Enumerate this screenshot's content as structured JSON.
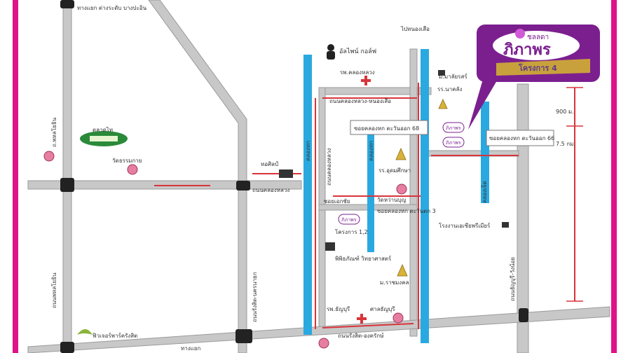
{
  "map": {
    "colors": {
      "frame": "#e0128a",
      "road": "#bcbcbc",
      "road_edge": "#9a9a9a",
      "canal": "#29a9e0",
      "route": "#d8343a",
      "junction": "#222222",
      "badge_purple": "#7b1f8f",
      "badge_gold": "#c9a13c"
    },
    "labels": {
      "top_left_junction": "ทางแยก ต่างระดับ บางปะอิน",
      "to_nong_suea": "ไปหนองเสือ",
      "alpine_golf": "อัลไพน์ กอล์ฟ",
      "khlong_luang_hospital": "รพ.คลองหลวง",
      "khlong_luang_nong_suea_rd": "ถนนคลองหลวง-หนองเสือ",
      "mai_ban": "ม.มาลัยรสร์",
      "school_top": "รร.นาคลัง",
      "soi_68": "ซอยคลองหก ตะวันออก 68",
      "soi_66": "ซอยคลองหก ตะวันออก 66",
      "distance_900": "900 ม.",
      "distance_75": "7.5 กม.",
      "market": "ตลาดไท",
      "phahon_rd": "ถ.พหลโยธิน",
      "wat_left": "วัดธรรมกาย",
      "art_gallery": "หอศิลป์",
      "khlong_luang_rd": "ถนนคลองหลวง",
      "school_mid": "รร.อุดมศึกษา",
      "wat_mid": "วัดหว่านบุญ",
      "soi_ekachai": "ซอยเอกชัย",
      "soi_3": "ซอยคลองหก ตะวันตก 3",
      "project_12": "โครงการ 1,2",
      "factory": "โรงงานเอเซียพรีเมียร์",
      "museum": "พิพิธภัณฑ์ วิทยาศาสตร์",
      "university": "ม.ราชมงคล",
      "thanyaburi_hospital": "รพ.ธัญบุรี",
      "thanyaburi_court": "ศาลธัญบุรี",
      "rangsit_rd": "ถนนรังสิต-องครักษ์",
      "future_park": "ฟิวเจอร์พาร์ครังสิต",
      "bottom_junction": "ทางแยก",
      "lam_luk_ka_rd": "ถนนพหลโยธิน",
      "vibhavadi": "ถนนรังสิต-นครนายก",
      "thanyaburi_rd": "ถนนธัญบุรี-วังน้อย",
      "canal_label_1": "คลองหก",
      "canal_label_2": "คลองหก",
      "canal_label_3": "คลองเจ็ด"
    },
    "badge": {
      "brand_top": "ชลลดา",
      "brand_main": "ภิภาพร",
      "project": "โครงการ 4"
    },
    "mini_logo": "ภิภาพร",
    "icons": [
      "hospital-cross-icon",
      "temple-icon",
      "building-icon",
      "golf-icon",
      "market-logo-icon",
      "leaf-logo-icon"
    ]
  }
}
